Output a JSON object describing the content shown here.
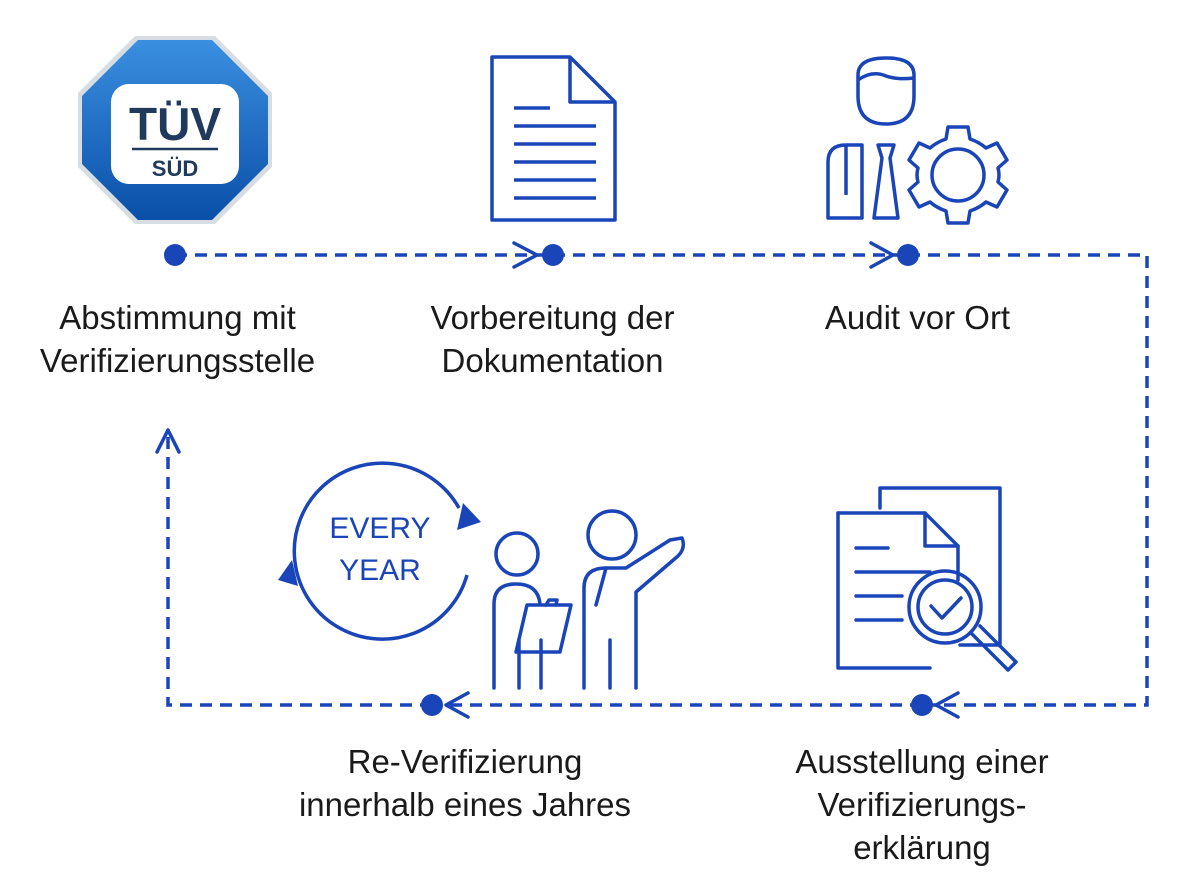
{
  "logo": {
    "line1": "TÜV",
    "line2": "SÜD"
  },
  "colors": {
    "primary": "#1a45b8",
    "text": "#1a1a1a",
    "logo_outer": "#0b63b5"
  },
  "steps": [
    {
      "icon": "tuv-sud-logo",
      "lines": [
        "Abstimmung mit",
        "Verifizierungsstelle"
      ]
    },
    {
      "icon": "document-icon",
      "lines": [
        "Vorbereitung der",
        "Dokumentation"
      ]
    },
    {
      "icon": "auditor-gear-icon",
      "lines": [
        "Audit vor Ort"
      ]
    },
    {
      "icon": "document-magnifier-check-icon",
      "lines": [
        "Ausstellung einer",
        "Verifizierungs-",
        "erklärung"
      ]
    },
    {
      "icon": "people-presentation-icon",
      "lines": [
        "Re-Verifizierung",
        "innerhalb eines Jahres"
      ]
    }
  ],
  "cycle": {
    "line1": "EVERY",
    "line2": "YEAR"
  }
}
